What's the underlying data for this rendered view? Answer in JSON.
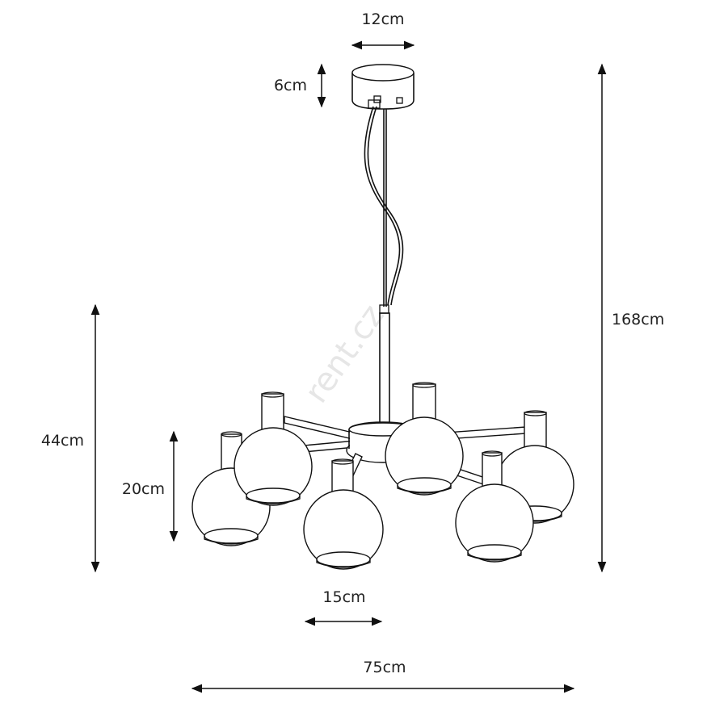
{
  "watermark": "rent.cz",
  "dimensions": {
    "canopy_width": "12cm",
    "canopy_height": "6cm",
    "total_height": "168cm",
    "body_height": "44cm",
    "shade_height": "20cm",
    "shade_diameter": "15cm",
    "total_width": "75cm"
  },
  "colors": {
    "line": "#111111",
    "text": "#222222",
    "watermark": "#e6e6e6"
  }
}
